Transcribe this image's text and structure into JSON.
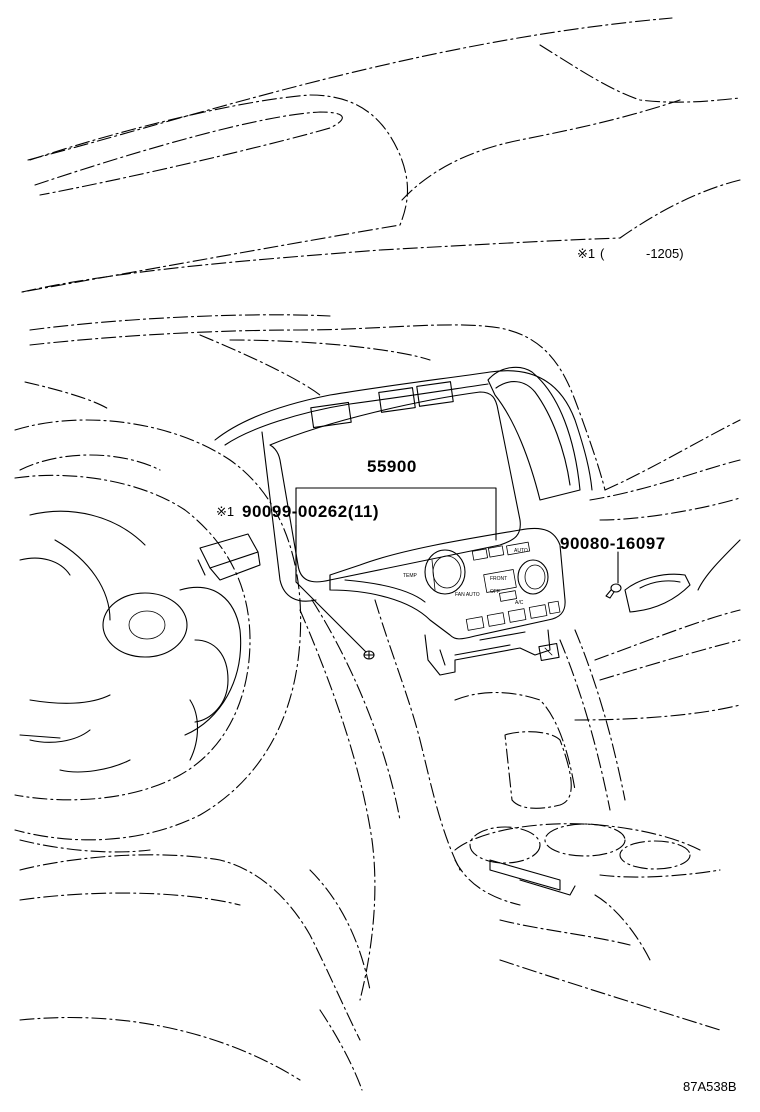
{
  "parts": {
    "p55900": "55900",
    "p90099": "90099-00262(11)",
    "p90099_mark": "※1",
    "p90080": "90080-16097"
  },
  "note": {
    "mark": "※1",
    "open_paren": "(",
    "range": "-1205)"
  },
  "panel": {
    "temp": "TEMP",
    "auto": "AUTO",
    "fan_auto": "FAN AUTO",
    "front": "FRONT",
    "a_c": "A/C",
    "off": "OFF"
  },
  "diagram_code": "87A538B"
}
